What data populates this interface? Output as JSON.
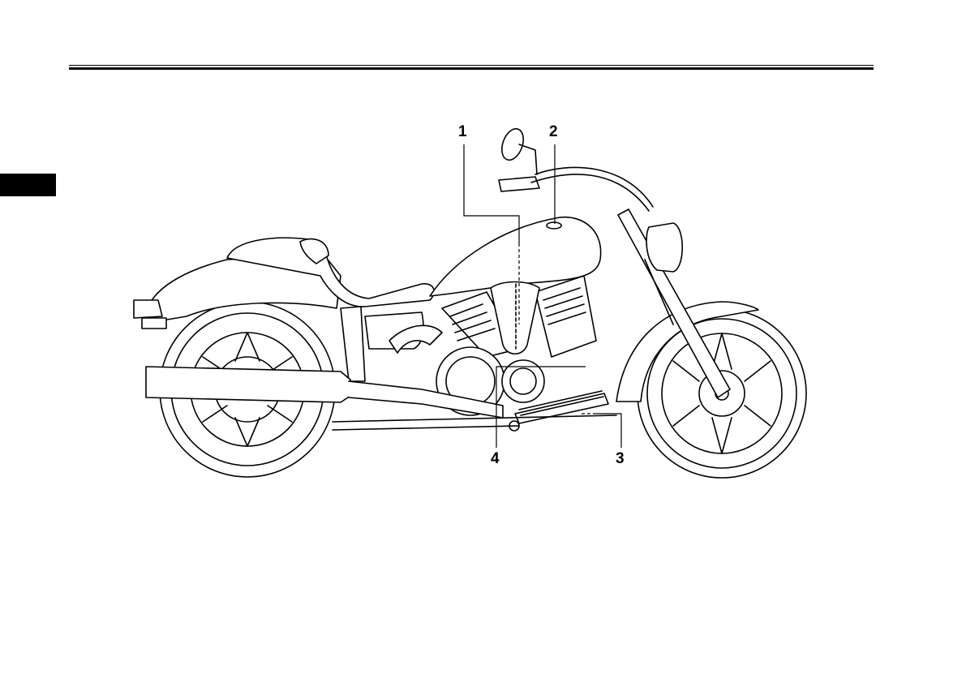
{
  "page": {
    "header_rule": {
      "color": "#000000"
    },
    "side_tab": {
      "color": "#000000"
    }
  },
  "figure": {
    "subject": "motorcycle left-side view line illustration",
    "callouts": [
      {
        "number": "1"
      },
      {
        "number": "2"
      },
      {
        "number": "3"
      },
      {
        "number": "4"
      }
    ]
  }
}
